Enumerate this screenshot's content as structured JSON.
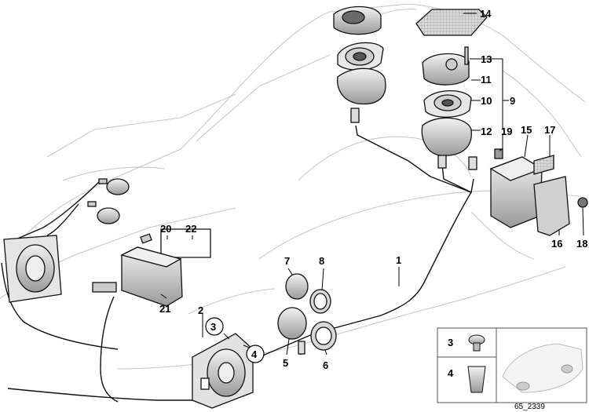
{
  "labels": {
    "l1": "1",
    "l2": "2",
    "l3": "3",
    "l4": "4",
    "l5": "5",
    "l6": "6",
    "l7": "7",
    "l8": "8",
    "l9": "9",
    "l10": "10",
    "l11": "11",
    "l12": "12",
    "l13": "13",
    "l14": "14",
    "l15": "15",
    "l16": "16",
    "l17": "17",
    "l18": "18",
    "l19": "19",
    "l20": "20",
    "l21": "21",
    "l22": "22"
  },
  "legend": {
    "item_a": "3",
    "item_b": "4"
  },
  "figure_id": "65_2339"
}
